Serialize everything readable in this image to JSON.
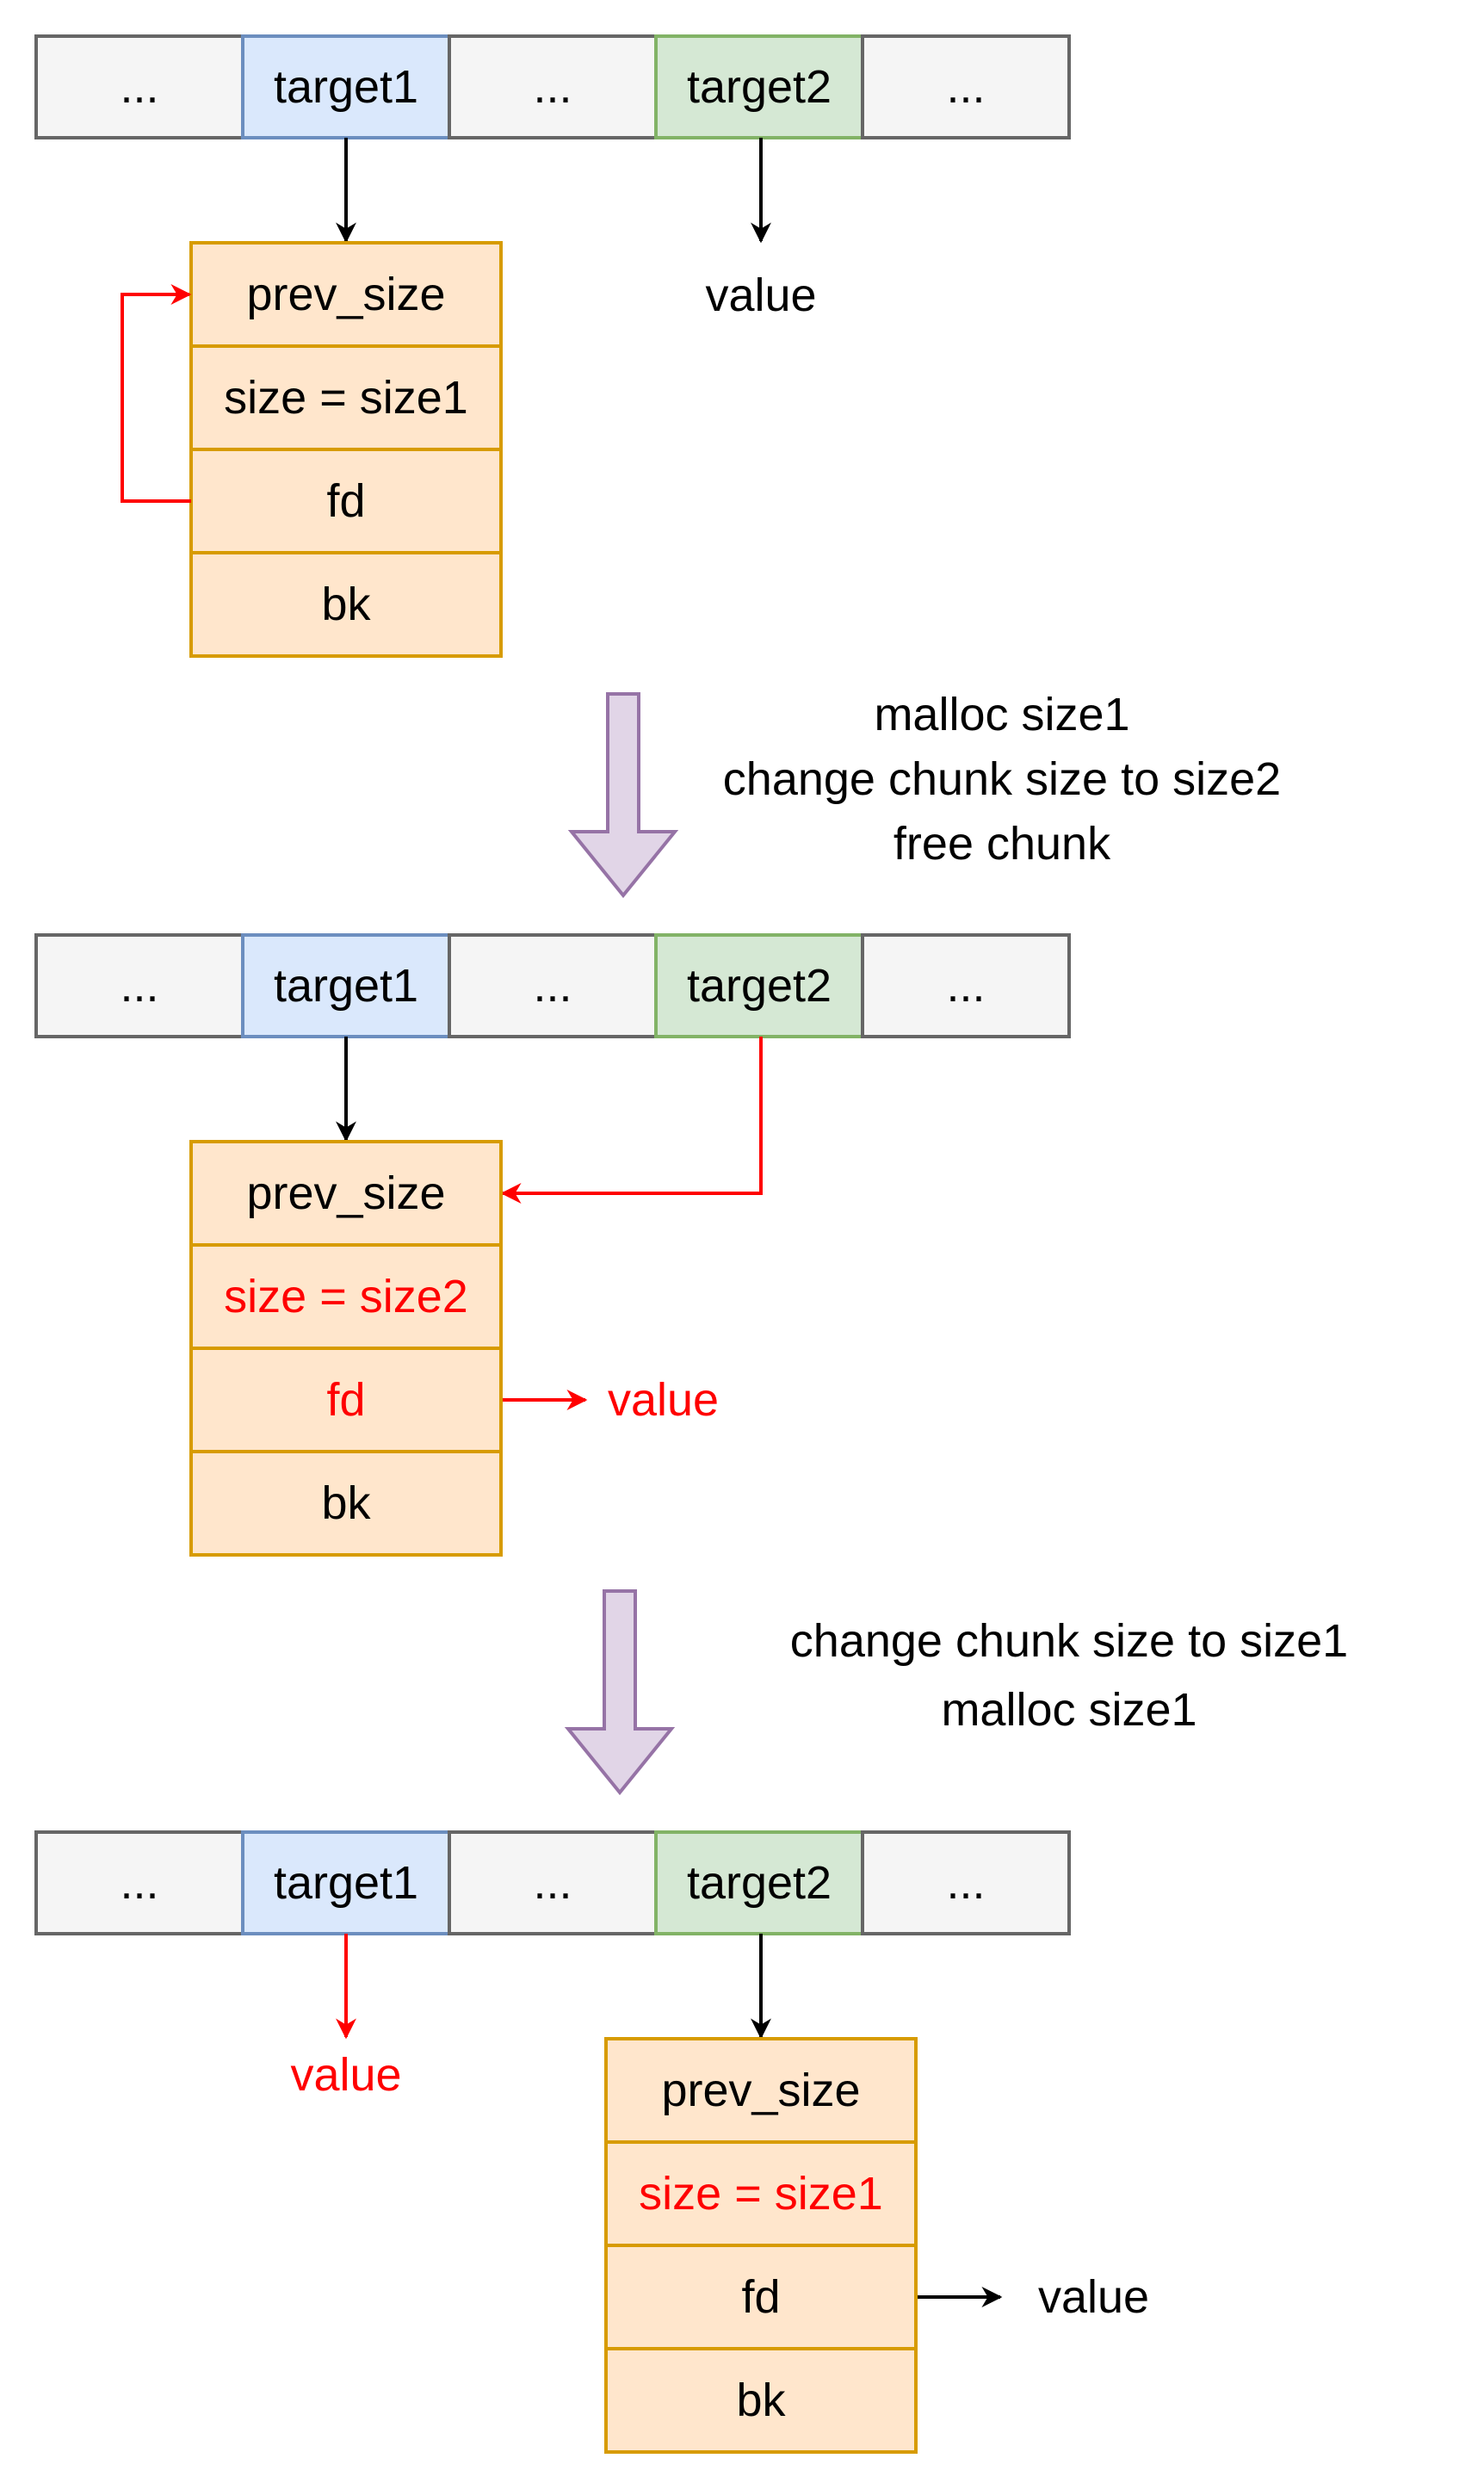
{
  "colors": {
    "cell_gray_fill": "#f5f5f5",
    "cell_gray_stroke": "#666666",
    "target1_fill": "#dae8fc",
    "target1_stroke": "#6c8ebf",
    "target2_fill": "#d5e8d4",
    "target2_stroke": "#82b366",
    "chunk_fill": "#ffe6cc",
    "chunk_stroke": "#d79b00",
    "step_arrow_fill": "#e1d5e7",
    "step_arrow_stroke": "#9673a6",
    "text_default": "#000000",
    "highlight_red": "#ff0000"
  },
  "stage1": {
    "memory": {
      "cell_0": "...",
      "target1": "target1",
      "cell_2": "...",
      "target2": "target2",
      "cell_4": "..."
    },
    "target2_points_to": "value",
    "chunk": {
      "prev_size": "prev_size",
      "size": "size = size1",
      "fd": "fd",
      "bk": "bk"
    }
  },
  "step1": {
    "line1": "malloc size1",
    "line2": "change chunk size to size2",
    "line3": "free chunk"
  },
  "stage2": {
    "memory": {
      "cell_0": "...",
      "target1": "target1",
      "cell_2": "...",
      "target2": "target2",
      "cell_4": "..."
    },
    "chunk": {
      "prev_size": "prev_size",
      "size": "size = size2",
      "fd": "fd",
      "bk": "bk"
    },
    "fd_points_to": "value"
  },
  "step2": {
    "line1": "change chunk size to size1",
    "line2": "malloc size1"
  },
  "stage3": {
    "memory": {
      "cell_0": "...",
      "target1": "target1",
      "cell_2": "...",
      "target2": "target2",
      "cell_4": "..."
    },
    "target1_points_to": "value",
    "chunk": {
      "prev_size": "prev_size",
      "size": "size = size1",
      "fd": "fd",
      "bk": "bk"
    },
    "fd_points_to": "value"
  }
}
